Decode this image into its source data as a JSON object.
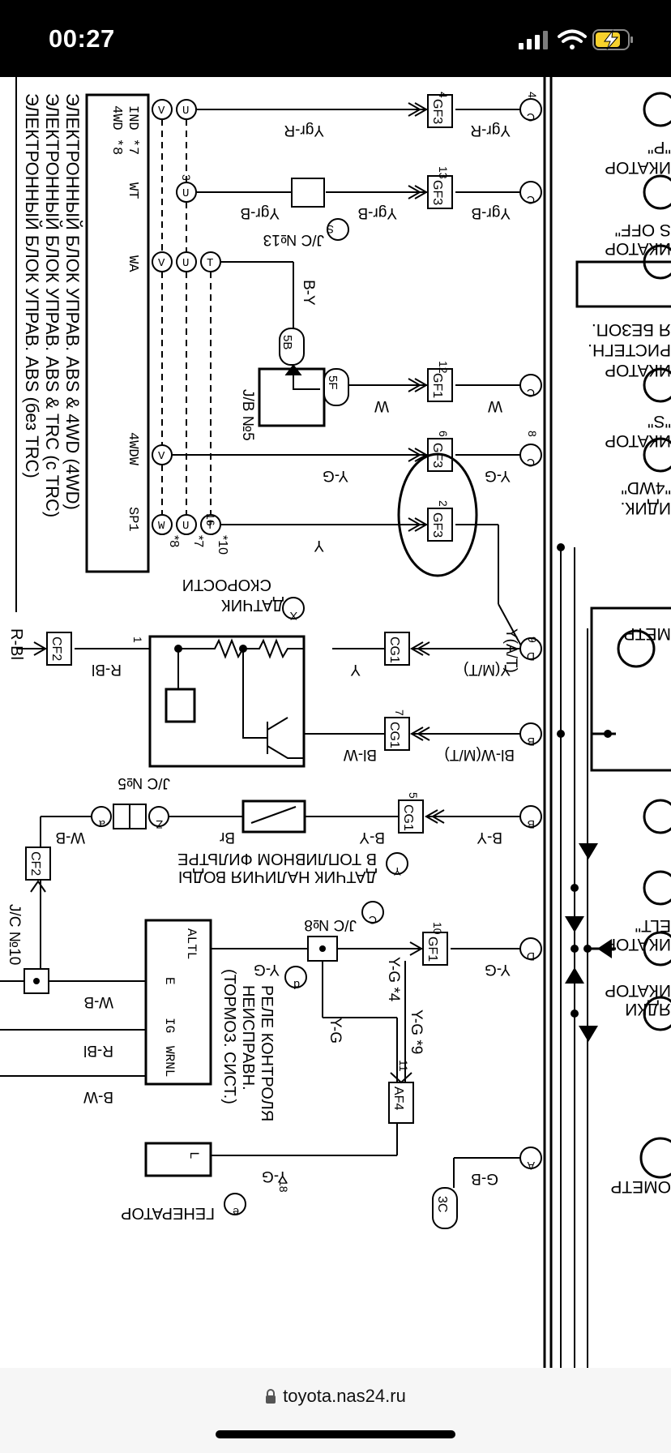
{
  "status_bar": {
    "time": "00:27",
    "signal_icon": "cellular-signal-icon",
    "wifi_icon": "wifi-icon",
    "battery_icon": "battery-charging-icon",
    "battery_color": "#f7d12c"
  },
  "browser": {
    "url": "toyota.nas24.ru",
    "lock_icon": "lock-icon"
  },
  "diagram": {
    "ecu_titles": [
      "ЭЛЕКТРОННЫЙ БЛОК УПРАВ. ABS (без TRC)",
      "ЭЛЕКТРОННЫЙ БЛОК УПРАВ. ABS & TRC (с TRC)",
      "ЭЛЕКТРОННЫЙ БЛОК УПРАВ. ABS & 4WD (4WD)"
    ],
    "ecu_pins": [
      "IND *7",
      "4WD *8",
      "WT",
      "WA",
      "4WDW",
      "SP1"
    ],
    "wire_labels": {
      "ygr_r": "Ygr-R",
      "ygr_b": "Ygr-B",
      "b_y": "B-Y",
      "w": "W",
      "y_g": "Y-G",
      "y": "Y",
      "y_at": "Y(A/T)",
      "y_mt": "Y(M/T)",
      "r_bl": "R-Bl",
      "bl_w": "Bl-W",
      "bl_w_mt": "Bl-W(M/T)",
      "br": "Br",
      "w_b": "W-B",
      "b_w": "B-W",
      "g_b": "G-B",
      "y_g_4": "Y-G *4",
      "y_g_9": "Y-G *9"
    },
    "connectors": {
      "gf3": "GF3",
      "gf1": "GF1",
      "cg1": "CG1",
      "cf2": "CF2",
      "af4": "AF4",
      "jb5b": "5B",
      "jb5f": "5F",
      "c3c": "3C"
    },
    "components": {
      "jc13": "J/C №13",
      "jb5": "J/B №5",
      "speed_sensor_1": "ДАТЧИК",
      "speed_sensor_2": "СКОРОСТИ",
      "jc5": "J/C №5",
      "water_sensor_1": "ДАТЧИК НАЛИЧИЯ ВОДЫ",
      "water_sensor_2": "В ТОПЛИВНОМ ФИЛЬТРЕ",
      "jc8": "J/C №8",
      "jc10": "J/C №10",
      "relay_1": "РЕЛЕ КОНТРОЛЯ",
      "relay_2": "НЕИСПРАВН.",
      "relay_3": "(ТОРМОЗ. СИСТ.)",
      "relay_pins": [
        "ALTL",
        "E",
        "IG",
        "WRNL"
      ],
      "generator": "ГЕНЕРАТОР",
      "gen_pin": "L"
    },
    "circle_labels": [
      "S",
      "X",
      "Y",
      "C",
      "d",
      "e",
      "a",
      "Z",
      "A",
      "B",
      "C",
      "D",
      "T",
      "U",
      "V",
      "W"
    ],
    "right_cut_labels": [
      "\"P\"",
      "ИКАТОР",
      "S OFF\"",
      "ИКАТОР",
      "Я БЕЗОП.",
      "РИСТЕГН.",
      "ИКАТОР",
      "\"S\"",
      "ИКАТОР",
      "\"4WD\"",
      "ИДИК.",
      "МЕТР",
      "ELT\"",
      "ИКАТОР",
      "ИКАТОР",
      "ЯДКИ",
      "ОМЕТР"
    ],
    "pin_numbers": [
      "4",
      "13",
      "12",
      "6",
      "2",
      "7",
      "5",
      "10",
      "11",
      "16",
      "3",
      "1",
      "9",
      "8",
      "18"
    ],
    "misc_labels": {
      "ecu_right_notes": [
        "*7",
        "*8",
        "*10"
      ]
    }
  }
}
